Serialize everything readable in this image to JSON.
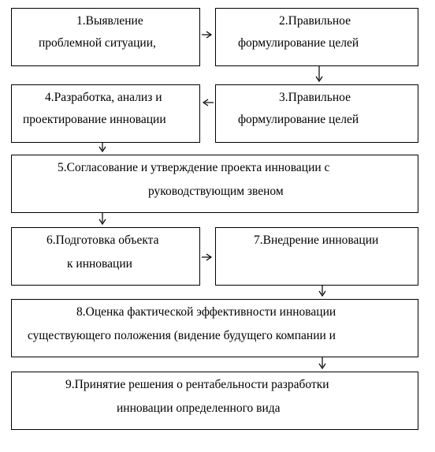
{
  "steps": {
    "s1": {
      "line1": "1.Выявление",
      "line2": "проблемной ситуации,"
    },
    "s2": {
      "line1": "2.Правильное",
      "line2": "формулирование целей"
    },
    "s3": {
      "line1": "3.Правильное",
      "line2": "формулирование целей"
    },
    "s4": {
      "line1": "4.Разработка, анализ и",
      "line2": "проектирование инновации"
    },
    "s5": {
      "line1": "5.Согласование и утверждение проекта инновации с",
      "line2": "руководствующим звеном"
    },
    "s6": {
      "line1": "6.Подготовка объекта",
      "line2": "к инновации"
    },
    "s7": {
      "line1": "7.Внедрение инновации"
    },
    "s8": {
      "line1": "8.Оценка фактической эффективности инновации",
      "line2": "существующего положения (видение будущего компании и"
    },
    "s9": {
      "line1": "9.Принятие решения о рентабельности разработки",
      "line2": "инновации определенного вида"
    }
  },
  "colors": {
    "stroke": "#000000",
    "background": "#ffffff"
  }
}
